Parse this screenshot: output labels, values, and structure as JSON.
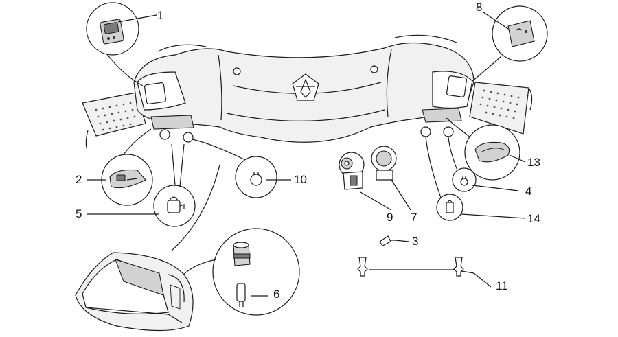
{
  "callouts": {
    "c1": "1",
    "c2": "2",
    "c3": "3",
    "c4": "4",
    "c5": "5",
    "c6": "6",
    "c7": "7",
    "c8": "8",
    "c9": "9",
    "c10": "10",
    "c11": "11",
    "c13": "13",
    "c14": "14"
  },
  "icons": {
    "logo": "piaggio-emblem-icon",
    "grip_left": "dotted-grip",
    "grip_right": "dotted-grip"
  }
}
